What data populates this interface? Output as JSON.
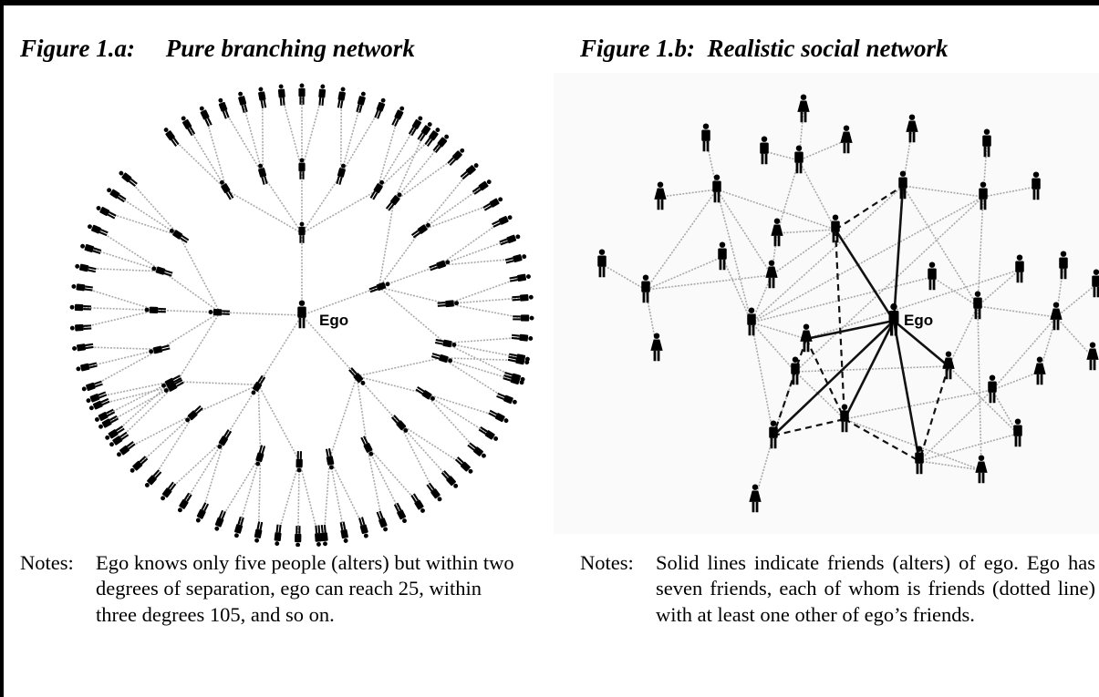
{
  "figure_a": {
    "title": "Figure 1.a:     Pure branching network",
    "ego_label": "Ego",
    "notes_label": "Notes:",
    "notes_text": "Ego knows only five people (alters) but within two degrees of separation, ego can reach 25, within three degrees 105, and so on."
  },
  "figure_b": {
    "title": "Figure 1.b:  Realistic social network",
    "ego_label": "Ego",
    "notes_label": "Notes:",
    "notes_text": "Solid lines indicate friends (alters) of ego. Ego has seven friends, each of whom is friends (dotted line) with at least one other of ego’s friends."
  }
}
